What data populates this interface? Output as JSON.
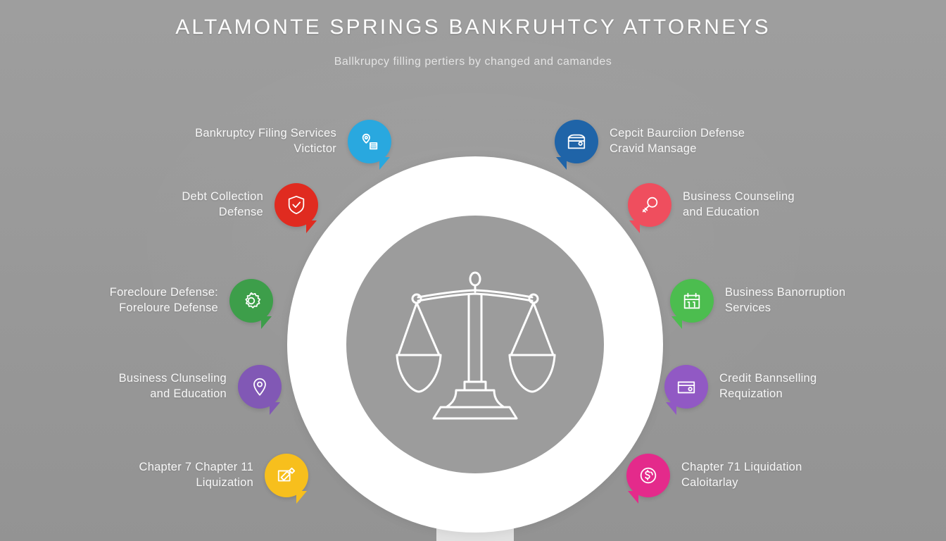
{
  "header": {
    "title": "ALTAMONTE SPRINGS BANKRUHTCY ATTORNEYS",
    "subtitle": "Ballkrupcy filling pertiers by changed and camandes"
  },
  "center": {
    "icon": "scales-of-justice-icon",
    "outer_ring_color": "#ffffff",
    "inner_circle_color": "#9c9c9c",
    "icon_stroke_color": "#ffffff"
  },
  "background_color": "#9b9b9b",
  "nodes": {
    "left": [
      {
        "id": "bankruptcy-filing-services",
        "line1": "Bankruptcy Filing Services",
        "line2": "Victictor",
        "icon": "document-pin-icon",
        "color": "#29a8df",
        "shape": "speech-bubble"
      },
      {
        "id": "debt-collection-defense",
        "line1": "Debt Collection",
        "line2": "Defense",
        "icon": "shield-check-icon",
        "color": "#e02b20",
        "shape": "speech-bubble"
      },
      {
        "id": "foreclosure-defense",
        "line1": "Forecloure Defense:",
        "line2": "Foreloure Defense",
        "icon": "gear-icon",
        "color": "#3d9e4a",
        "shape": "speech-bubble"
      },
      {
        "id": "business-counseling-education-left",
        "line1": "Business Clunseling",
        "line2": "and Education",
        "icon": "location-pin-icon",
        "color": "#8158b5",
        "shape": "speech-bubble"
      },
      {
        "id": "chapter-7-chapter-11-liquidation",
        "line1": "Chapter 7 Chapter 11",
        "line2": "Liquization",
        "icon": "edit-card-icon",
        "color": "#f7bf1d",
        "shape": "speech-bubble"
      }
    ],
    "right": [
      {
        "id": "credit-bankruption-defense",
        "line1": "Cepcit Baurciion Defense",
        "line2": "Cravid Mansage",
        "icon": "briefcase-icon",
        "color": "#1f64a8",
        "shape": "speech-bubble"
      },
      {
        "id": "business-counseling-education-right",
        "line1": "Business Counseling",
        "line2": "and Education",
        "icon": "magnifier-key-icon",
        "color": "#ef4e5e",
        "shape": "speech-bubble"
      },
      {
        "id": "business-bankruption-services",
        "line1": "Business Banorruption",
        "line2": "Services",
        "icon": "calendar-icon",
        "color": "#4cbd4f",
        "shape": "speech-bubble"
      },
      {
        "id": "credit-counselling-requization",
        "line1": "Credit Bannselling",
        "line2": "Requization",
        "icon": "wallet-card-icon",
        "color": "#9159c4",
        "shape": "speech-bubble"
      },
      {
        "id": "chapter-71-liquidation",
        "line1": "Chapter 71 Liquidation",
        "line2": "Caloitarlay",
        "icon": "coin-dollar-icon",
        "color": "#e42a8b",
        "shape": "speech-bubble"
      }
    ]
  }
}
